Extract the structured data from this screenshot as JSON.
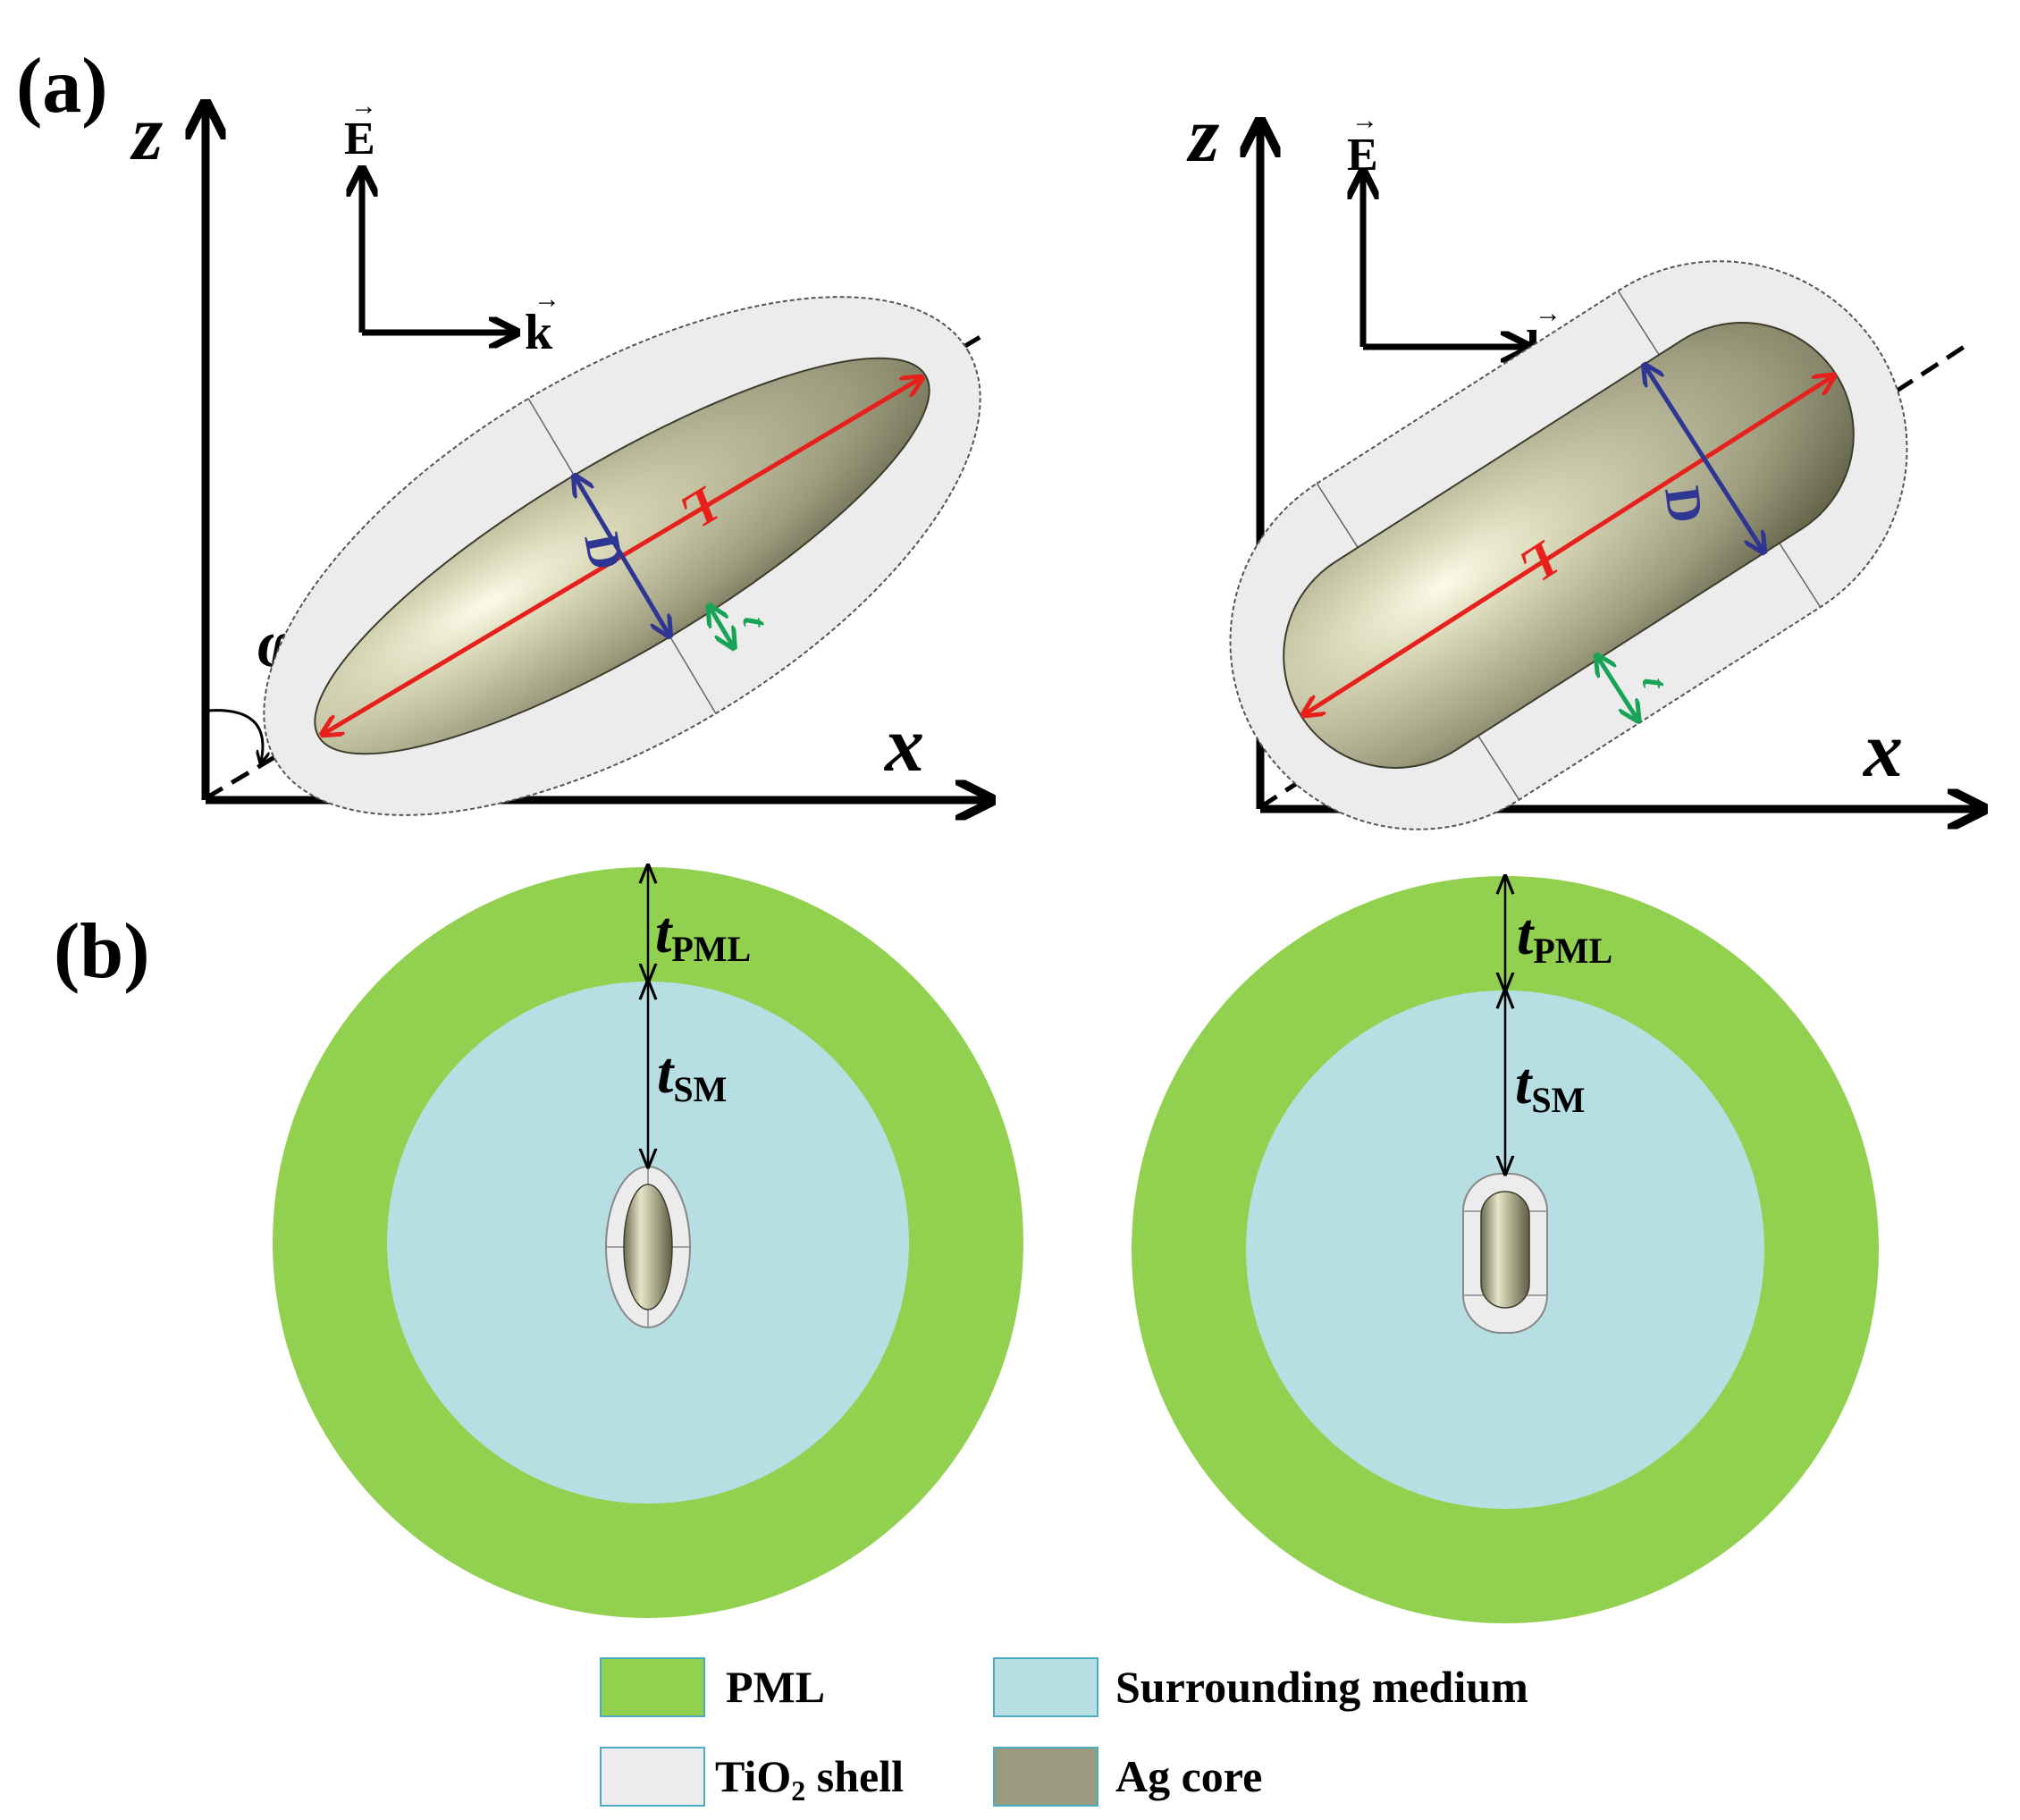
{
  "panels": {
    "a_label": "(a)",
    "b_label": "(b)"
  },
  "axes": {
    "z": "z",
    "x": "x",
    "phi": "φ",
    "E": "E",
    "k": "k",
    "arrow_accent": "→"
  },
  "dims": {
    "L": "L",
    "D": "D",
    "t": "t"
  },
  "domain": {
    "t_letter": "t",
    "pml_sub": "PML",
    "sm_sub": "SM"
  },
  "legend": {
    "pml": "PML",
    "surrounding": "Surrounding medium",
    "shell_prefix": "TiO",
    "shell_sub": "2",
    "shell_suffix": " shell",
    "core": "Ag core"
  },
  "colors": {
    "pml": "#92d050",
    "surrounding_medium": "#b7dfe3",
    "shell": "#ececec",
    "core": "#999a80",
    "length_arrow": "#e8201c",
    "diameter_arrow": "#2e3592",
    "thickness_arrow": "#19a357",
    "legend_border": "#4bacc6"
  }
}
